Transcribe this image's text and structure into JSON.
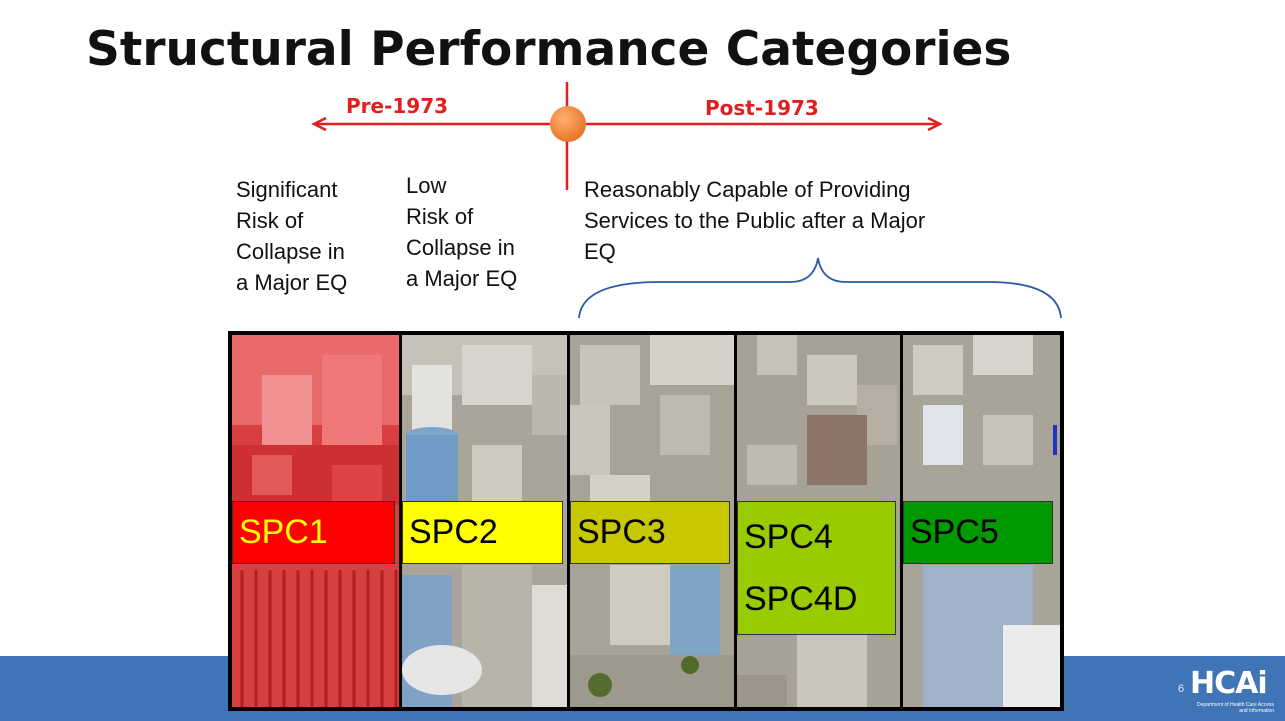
{
  "slide": {
    "title": "Structural Performance Categories",
    "page_number": "6"
  },
  "timeline": {
    "pre_label": "Pre-1973",
    "post_label": "Post-1973",
    "arrow_color": "#e02020",
    "marker_color": "#f08030"
  },
  "descriptions": {
    "spc1": [
      "Significant",
      "Risk of",
      "Collapse in",
      "a Major EQ"
    ],
    "spc2": [
      "Low",
      "Risk of",
      "Collapse in",
      "a Major EQ"
    ],
    "post": [
      "Reasonably Capable of Providing",
      "Services to the Public after a Major",
      "EQ"
    ]
  },
  "panels": [
    {
      "id": "spc1",
      "labels": [
        "SPC1"
      ],
      "label_bg": "#ff0000",
      "label_color": "#ffff00",
      "tint": "#e83030"
    },
    {
      "id": "spc2",
      "labels": [
        "SPC2"
      ],
      "label_bg": "#ffff00",
      "label_color": "#000000",
      "tint": ""
    },
    {
      "id": "spc3",
      "labels": [
        "SPC3"
      ],
      "label_bg": "#c8c800",
      "label_color": "#000000",
      "tint": ""
    },
    {
      "id": "spc4",
      "labels": [
        "SPC4",
        "SPC4D"
      ],
      "label_bg": "#99cc00",
      "label_color": "#000000",
      "tint": ""
    },
    {
      "id": "spc5",
      "labels": [
        "SPC5"
      ],
      "label_bg": "#009900",
      "label_color": "#000000",
      "tint": ""
    }
  ],
  "logo": {
    "text": "HCAi",
    "subtitle": "Department of Health Care Access and Information"
  },
  "colors": {
    "footer": "#3f74b6",
    "brace": "#2a5aa8"
  }
}
